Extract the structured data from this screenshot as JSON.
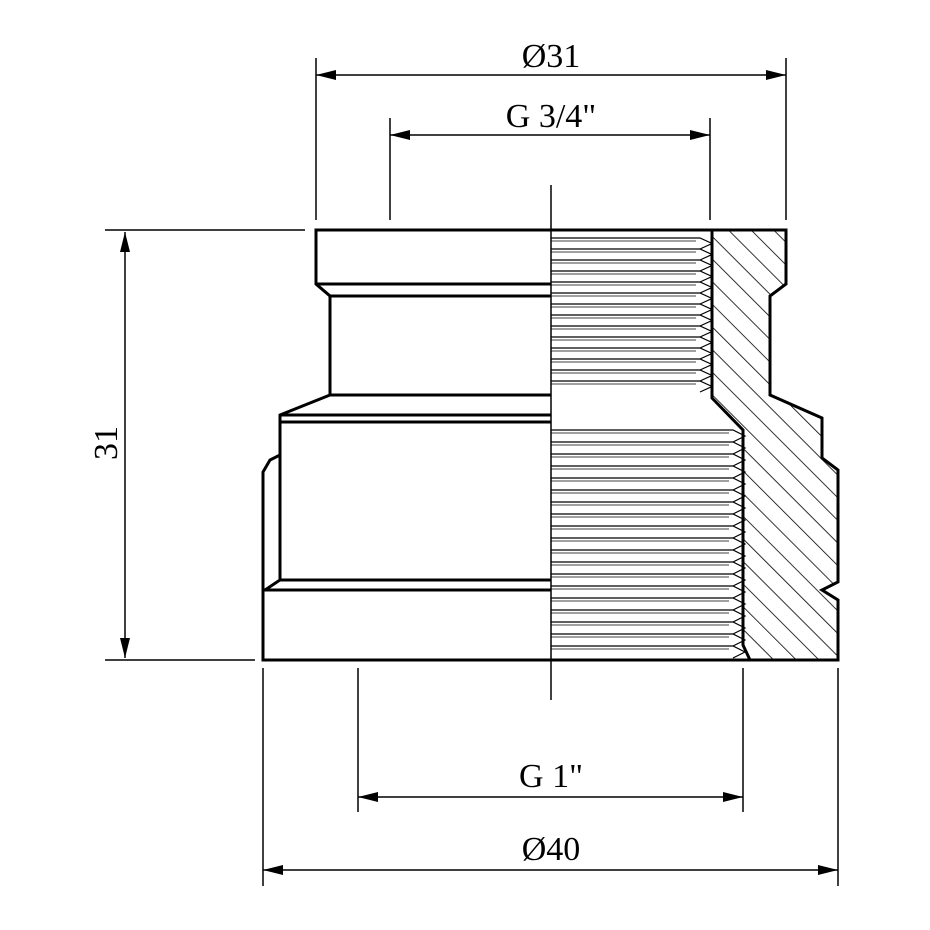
{
  "drawing": {
    "dimensions": {
      "top_outer_diameter": "Ø31",
      "top_thread": "G 3/4\"",
      "height": "31",
      "bottom_thread": "G 1\"",
      "bottom_outer_diameter": "Ø40"
    },
    "colors": {
      "line": "#000000",
      "background": "#ffffff"
    }
  }
}
